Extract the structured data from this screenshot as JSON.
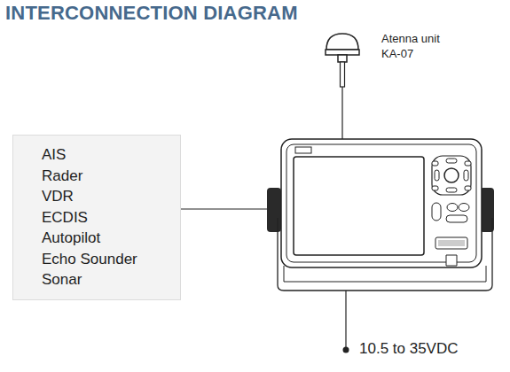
{
  "diagram": {
    "title": "INTERCONNECTION DIAGRAM",
    "nodes": [
      {
        "text": [
          "AIS",
          "Rader",
          "VDR",
          "ECDIS",
          "Autopilot",
          "Echo Sounder",
          "Sonar"
        ]
      }
    ],
    "labels": [
      "Atenna unit",
      "KA-07",
      "10.5 to 35VDC"
    ]
  }
}
